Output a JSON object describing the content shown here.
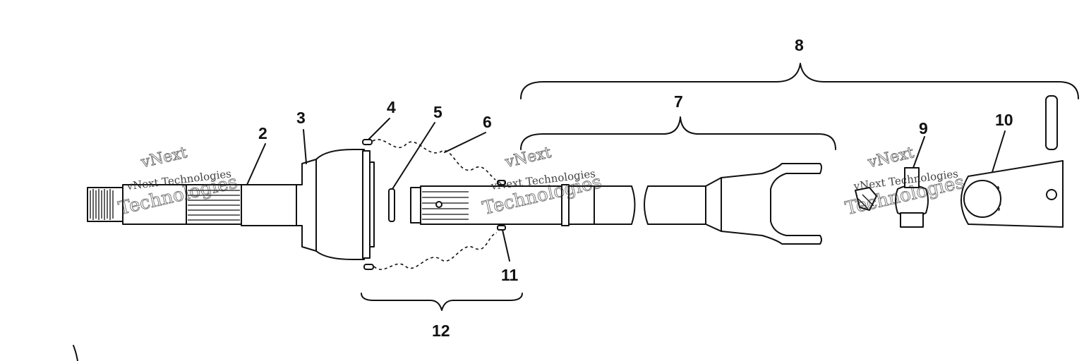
{
  "diagram": {
    "callouts": [
      "2",
      "3",
      "4",
      "5",
      "6",
      "7",
      "8",
      "9",
      "10",
      "11",
      "12"
    ],
    "watermark": {
      "line": "vNext Technologies",
      "word1": "vNext",
      "word2": "Technologies"
    }
  }
}
